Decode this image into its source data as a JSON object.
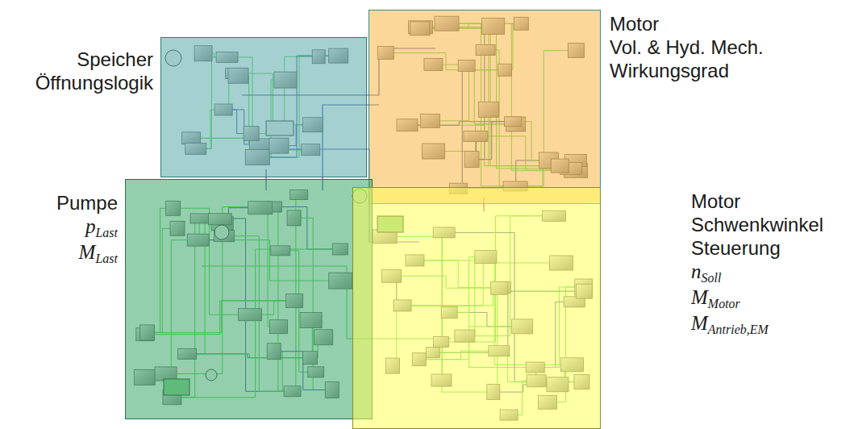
{
  "diagram": {
    "nodes": [
      {
        "text": [
          "Speicher Öffnungslogik"
        ]
      },
      {
        "text": [
          "Motor",
          "Vol. & Hyd. Mech. Wirkungsgrad"
        ]
      },
      {
        "text": [
          "Pumpe",
          "pLast",
          "MLast"
        ]
      },
      {
        "text": [
          "Motor",
          "Schwenkwinkel Steuerung",
          "nSoll",
          "MMotor",
          "MAntrieb,EM"
        ]
      }
    ]
  }
}
